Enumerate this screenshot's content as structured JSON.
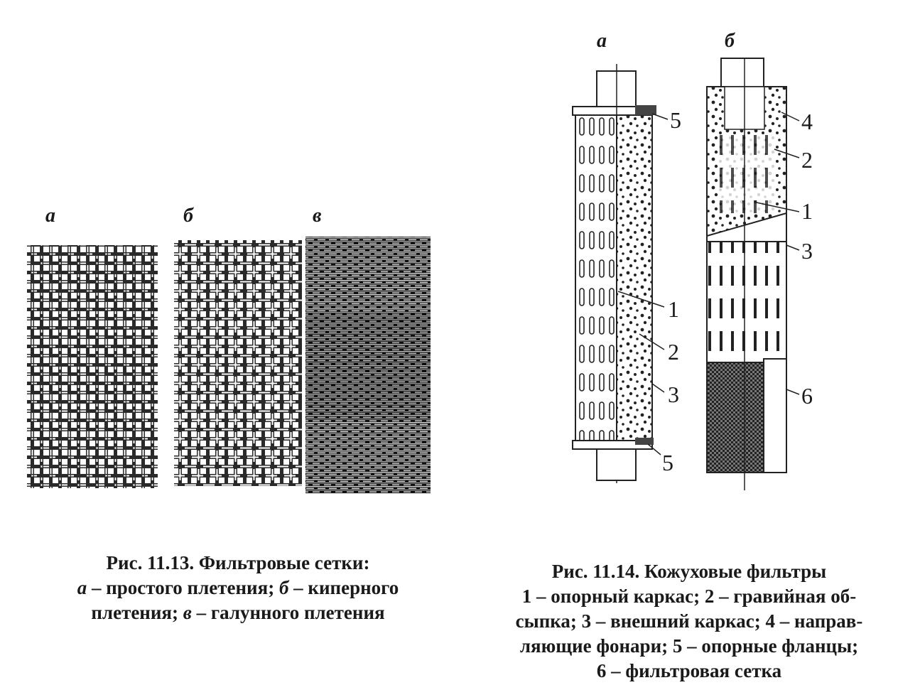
{
  "fig13": {
    "panel_labels": [
      "а",
      "б",
      "в"
    ],
    "caption": {
      "title": "Рис. 11.13. Фильтровые сетки:",
      "items": [
        {
          "letter": "а",
          "text": " – простого плетения; "
        },
        {
          "letter": "б",
          "text": " – киперного"
        },
        {
          "letter": "",
          "text": "плетения; "
        },
        {
          "letter": "в",
          "text": " – галунного плетения"
        }
      ]
    }
  },
  "fig14": {
    "panel_labels": [
      "а",
      "б"
    ],
    "callouts_a": [
      "5",
      "1",
      "2",
      "3",
      "5"
    ],
    "callouts_b": [
      "4",
      "2",
      "1",
      "3",
      "6"
    ],
    "caption": {
      "line1": "Рис. 11.14. Кожуховые фильтры",
      "line2": "1 – опорный каркас; 2 – гравийная об-",
      "line3": "сыпка; 3 – внешний каркас; 4 – направ-",
      "line4": "ляющие фонари; 5 – опорные фланцы;",
      "line5": "6 – фильтровая сетка"
    }
  }
}
